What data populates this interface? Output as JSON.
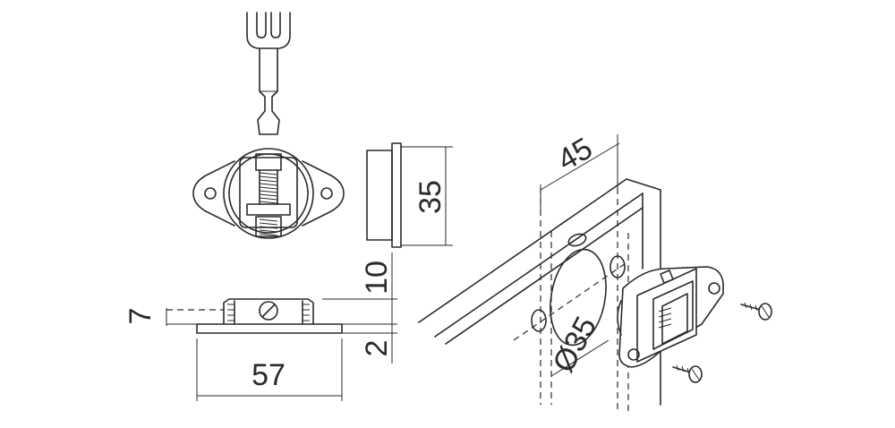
{
  "dimensions": {
    "hole_distance": "45",
    "bore_diameter": "Ø35",
    "body_height": "35",
    "top_height": "10",
    "flange_height": "7",
    "plate_thickness": "2",
    "plate_width": "57"
  }
}
